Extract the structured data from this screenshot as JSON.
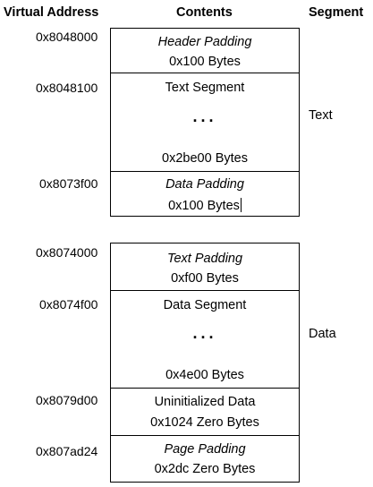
{
  "headers": {
    "address": "Virtual Address",
    "contents": "Contents",
    "segment": "Segment"
  },
  "addresses": [
    "0x8048000",
    "0x8048100",
    "0x8073f00",
    "0x8074000",
    "0x8074f00",
    "0x8079d00",
    "0x807ad24"
  ],
  "blocks": [
    {
      "segment": "Text",
      "rows": [
        {
          "title": "Header Padding",
          "size": "0x100  Bytes"
        },
        {
          "title": "Text Segment",
          "dots": "...",
          "size": "0x2be00 Bytes"
        },
        {
          "title": "Data Padding",
          "size": "0x100 Bytes"
        }
      ]
    },
    {
      "segment": "Data",
      "rows": [
        {
          "title": "Text Padding",
          "size": "0xf00  Bytes"
        },
        {
          "title": "Data Segment",
          "dots": "...",
          "size": "0x4e00 Bytes"
        },
        {
          "title": "Uninitialized Data",
          "size": "0x1024 Zero Bytes"
        },
        {
          "title": "Page Padding",
          "size": "0x2dc Zero Bytes"
        }
      ]
    }
  ]
}
